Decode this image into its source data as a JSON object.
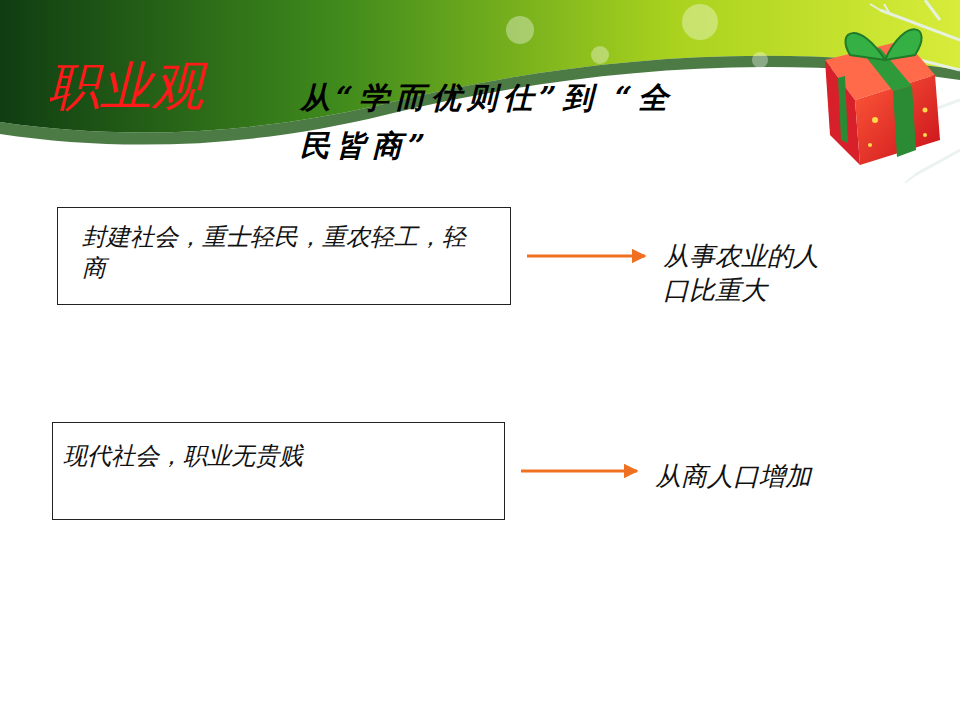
{
  "diagram": {
    "title": "职业观",
    "nodes": [
      {
        "text": [
          "封建社会，重士轻民，重农轻工，轻商"
        ]
      },
      {
        "text": [
          "从事农业的人口比重大"
        ]
      },
      {
        "text": [
          "现代社会，职业无贵贱"
        ]
      },
      {
        "text": [
          "从商人口增加"
        ]
      }
    ],
    "edges": [
      {
        "from": 0,
        "to": 1,
        "arrow": "to"
      },
      {
        "from": 2,
        "to": 3,
        "arrow": "to"
      }
    ],
    "labels": [
      "从“学而优则仕”到 “全民皆商”"
    ]
  }
}
